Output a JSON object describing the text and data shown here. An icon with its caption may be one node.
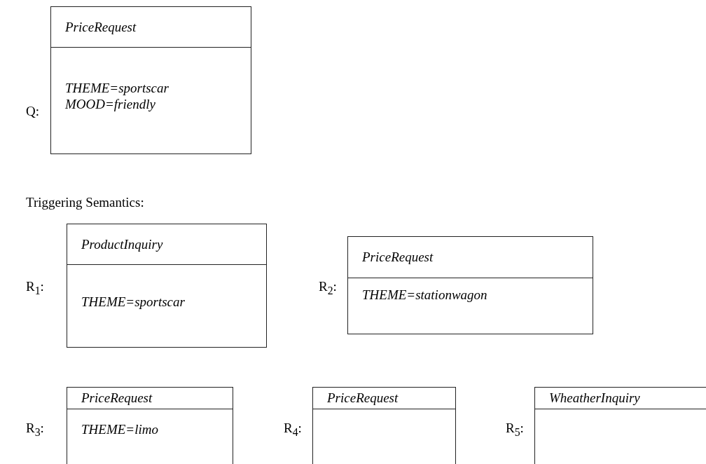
{
  "diagram": {
    "nodes": [
      {
        "text": [
          "PriceRequest",
          "THEME=sportscar MOOD=friendly"
        ],
        "beside": [
          "Q:"
        ]
      },
      {
        "text": [
          "ProductInquiry",
          "THEME=sportscar"
        ],
        "beside": [
          "R$_{1}$:"
        ]
      },
      {
        "text": [
          "PriceRequest",
          "THEME=stationwagon"
        ],
        "beside": [
          "R$_{2}$:"
        ]
      },
      {
        "text": [
          "PriceRequest",
          "THEME=limo"
        ],
        "beside": [
          "R$_{3}$:"
        ]
      },
      {
        "text": [
          "PriceRequest"
        ],
        "beside": [
          "R$_{4}$:"
        ]
      },
      {
        "text": [
          "WheatherInquiry"
        ],
        "beside": [
          "R$_{5}$:"
        ]
      }
    ],
    "labels": [
      "Triggering Semantics:"
    ]
  }
}
